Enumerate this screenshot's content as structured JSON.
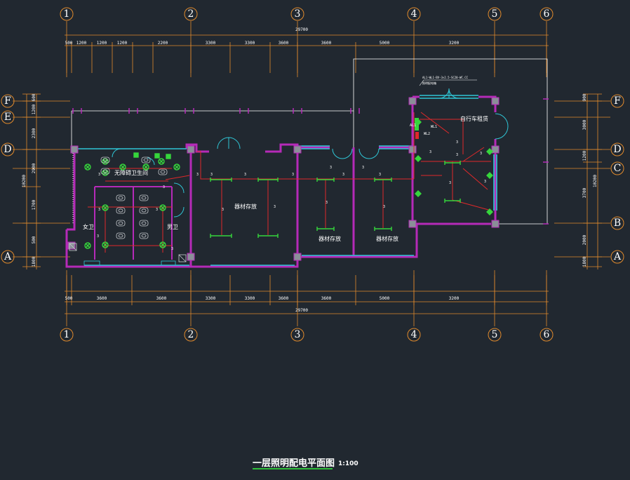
{
  "title": "一层照明配电平面图",
  "scale": "1:100",
  "axes_v": [
    "1",
    "2",
    "3",
    "4",
    "5",
    "6"
  ],
  "axes_h": [
    "F",
    "E",
    "D",
    "C",
    "B",
    "A"
  ],
  "dims_top_total": "29700",
  "dims_top": [
    "500",
    "1200",
    "1200",
    "1200",
    "2200",
    "3300",
    "3300",
    "3600",
    "3600",
    "5000",
    "3200"
  ],
  "dims_bottom_total": "29700",
  "dims_bottom": [
    "500",
    "3600",
    "3600",
    "3300",
    "3300",
    "3600",
    "3600",
    "5000",
    "3200"
  ],
  "dims_left_total": "10200",
  "dims_left": [
    "600",
    "1200",
    "2300",
    "2900",
    "1700",
    "500",
    "1800"
  ],
  "dims_right_total": "10200",
  "dims_right": [
    "900",
    "3000",
    "1200",
    "3700",
    "2000",
    "1800"
  ],
  "rooms": {
    "shared_bath": "无障碍卫生间",
    "female_wc": "女卫",
    "male_wc": "男卫",
    "storage_a": "器材存放",
    "storage_b": "器材存放",
    "storage_c": "器材存放",
    "bike_room": "自行车租赁"
  },
  "panel_note_1": "AL1-WL1-BV-3×2.5-SC20-WC.CC",
  "panel_note_2": "照明配电箱",
  "circuit_label": "3",
  "panel_labels": [
    "AL1",
    "WL1",
    "WL2"
  ],
  "colors": {
    "background": "#212830",
    "dimension_lines": "#e08a2c",
    "walls": "#b52ab8",
    "windows": "#2fc6d6",
    "wiring": "#e0282a",
    "fixtures": "#36d63c",
    "door_swing": "#2fc6d6",
    "title_underline": "#2fbe3a"
  },
  "icons": {
    "axis_bubble": "axis-bubble-icon",
    "column": "column-icon",
    "ceiling_light": "ceiling-light-icon",
    "fluorescent": "fluorescent-light-icon",
    "toilet": "toilet-icon",
    "panel": "distribution-panel-icon",
    "switch": "switch-icon"
  }
}
